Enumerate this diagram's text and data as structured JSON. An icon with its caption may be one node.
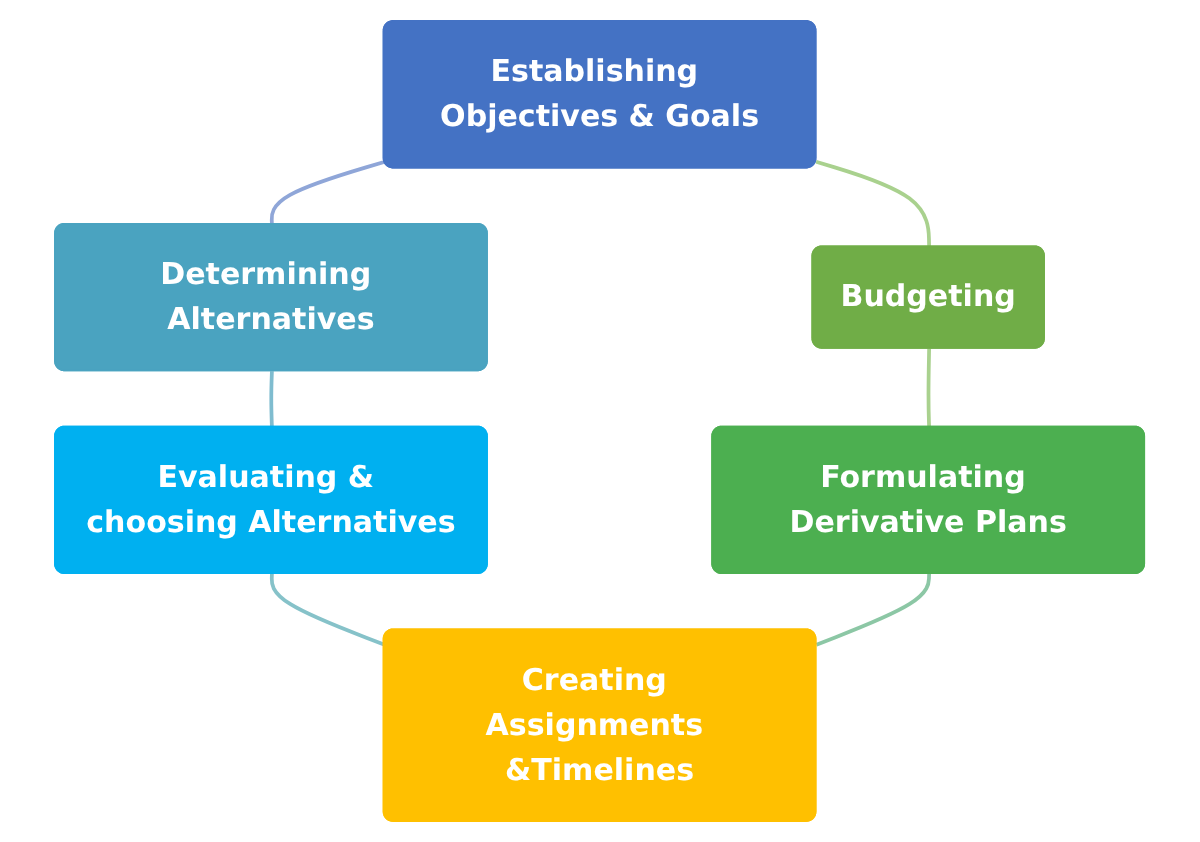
{
  "diagram": {
    "nodes": [
      {
        "text": [
          "Establishing Objectives & Goals"
        ]
      },
      {
        "text": [
          "Determining Alternatives"
        ]
      },
      {
        "text": [
          "Evaluating & choosing Alternatives"
        ]
      },
      {
        "text": [
          "Creating Assignments &Timelines"
        ]
      },
      {
        "text": [
          "Formulating Derivative Plans"
        ]
      },
      {
        "text": [
          "Budgeting"
        ]
      }
    ],
    "edges": [
      {
        "from": 0,
        "to": 1,
        "arrow": "none",
        "color": "#8fa6d8"
      },
      {
        "from": 1,
        "to": 2,
        "arrow": "none",
        "color": "#7fbccf"
      },
      {
        "from": 2,
        "to": 3,
        "arrow": "none",
        "color": "#86c2c9"
      },
      {
        "from": 0,
        "to": 5,
        "arrow": "none",
        "color": "#a9d18e"
      },
      {
        "from": 5,
        "to": 4,
        "arrow": "none",
        "color": "#a9d18e"
      },
      {
        "from": 4,
        "to": 3,
        "arrow": "none",
        "color": "#8cc7a5"
      }
    ]
  }
}
